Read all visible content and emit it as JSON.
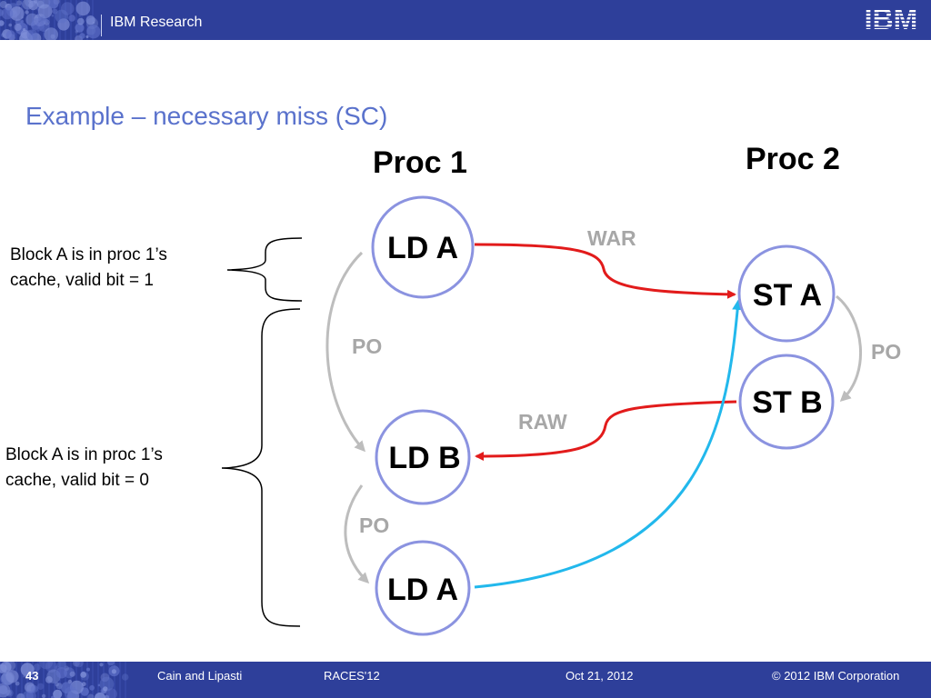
{
  "header": {
    "section": "IBM Research",
    "logo_text": "IBM"
  },
  "slide": {
    "title": "Example – necessary miss (SC)"
  },
  "diagram": {
    "columns": [
      "Proc 1",
      "Proc 2"
    ],
    "nodes": {
      "proc1_ld_a_top": "LD A",
      "proc1_ld_b": "LD B",
      "proc1_ld_a_bottom": "LD A",
      "proc2_st_a": "ST A",
      "proc2_st_b": "ST B"
    },
    "edges": {
      "war": "WAR",
      "raw": "RAW",
      "po_proc1_upper": "PO",
      "po_proc1_lower": "PO",
      "po_proc2": "PO"
    },
    "annotations": [
      {
        "line1": "Block A is in proc 1’s",
        "line2": "cache, valid bit  = 1"
      },
      {
        "line1": "Block A is in proc 1’s",
        "line2": "cache, valid bit  = 0"
      }
    ],
    "colors": {
      "node_border": "#8b93e0",
      "war_raw_arrow": "#e21b1b",
      "cross_arrow": "#22b8ec",
      "po_arrow": "#bdbdbd",
      "edge_label": "#a7a7a7"
    }
  },
  "footer": {
    "page_number": "43",
    "authors": "Cain and Lipasti",
    "venue": "RACES'12",
    "date": "Oct 21, 2012",
    "copyright": "© 2012 IBM Corporation"
  }
}
